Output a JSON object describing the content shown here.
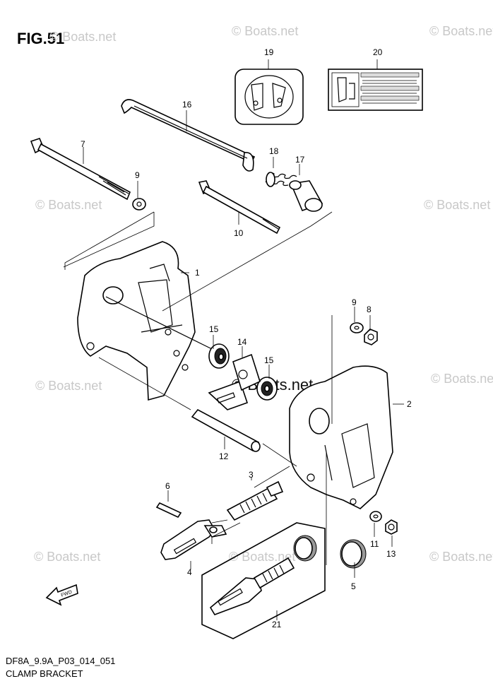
{
  "figure": {
    "title": "FIG.51"
  },
  "footer": {
    "code": "DF8A_9.9A_P03_014_051",
    "title": "CLAMP BRACKET"
  },
  "watermark": {
    "text": "© Boats.net",
    "main_text": "© Boats.net"
  },
  "direction_arrow": {
    "label": "FWD"
  },
  "callouts": {
    "c1": "1",
    "c2": "2",
    "c3": "3",
    "c4": "4",
    "c5": "5",
    "c6": "6",
    "c7": "7",
    "c8": "8",
    "c9a": "9",
    "c9b": "9",
    "c10": "10",
    "c11": "11",
    "c12": "12",
    "c13": "13",
    "c14": "14",
    "c15a": "15",
    "c15b": "15",
    "c16": "16",
    "c17": "17",
    "c18": "18",
    "c19": "19",
    "c20": "20",
    "c21": "21"
  },
  "icons": [
    "clamp-bracket-left-icon",
    "clamp-bracket-right-icon",
    "bolt-icon",
    "rod-icon",
    "screw-icon",
    "spring-icon",
    "label-icon",
    "fwd-arrow-icon"
  ]
}
